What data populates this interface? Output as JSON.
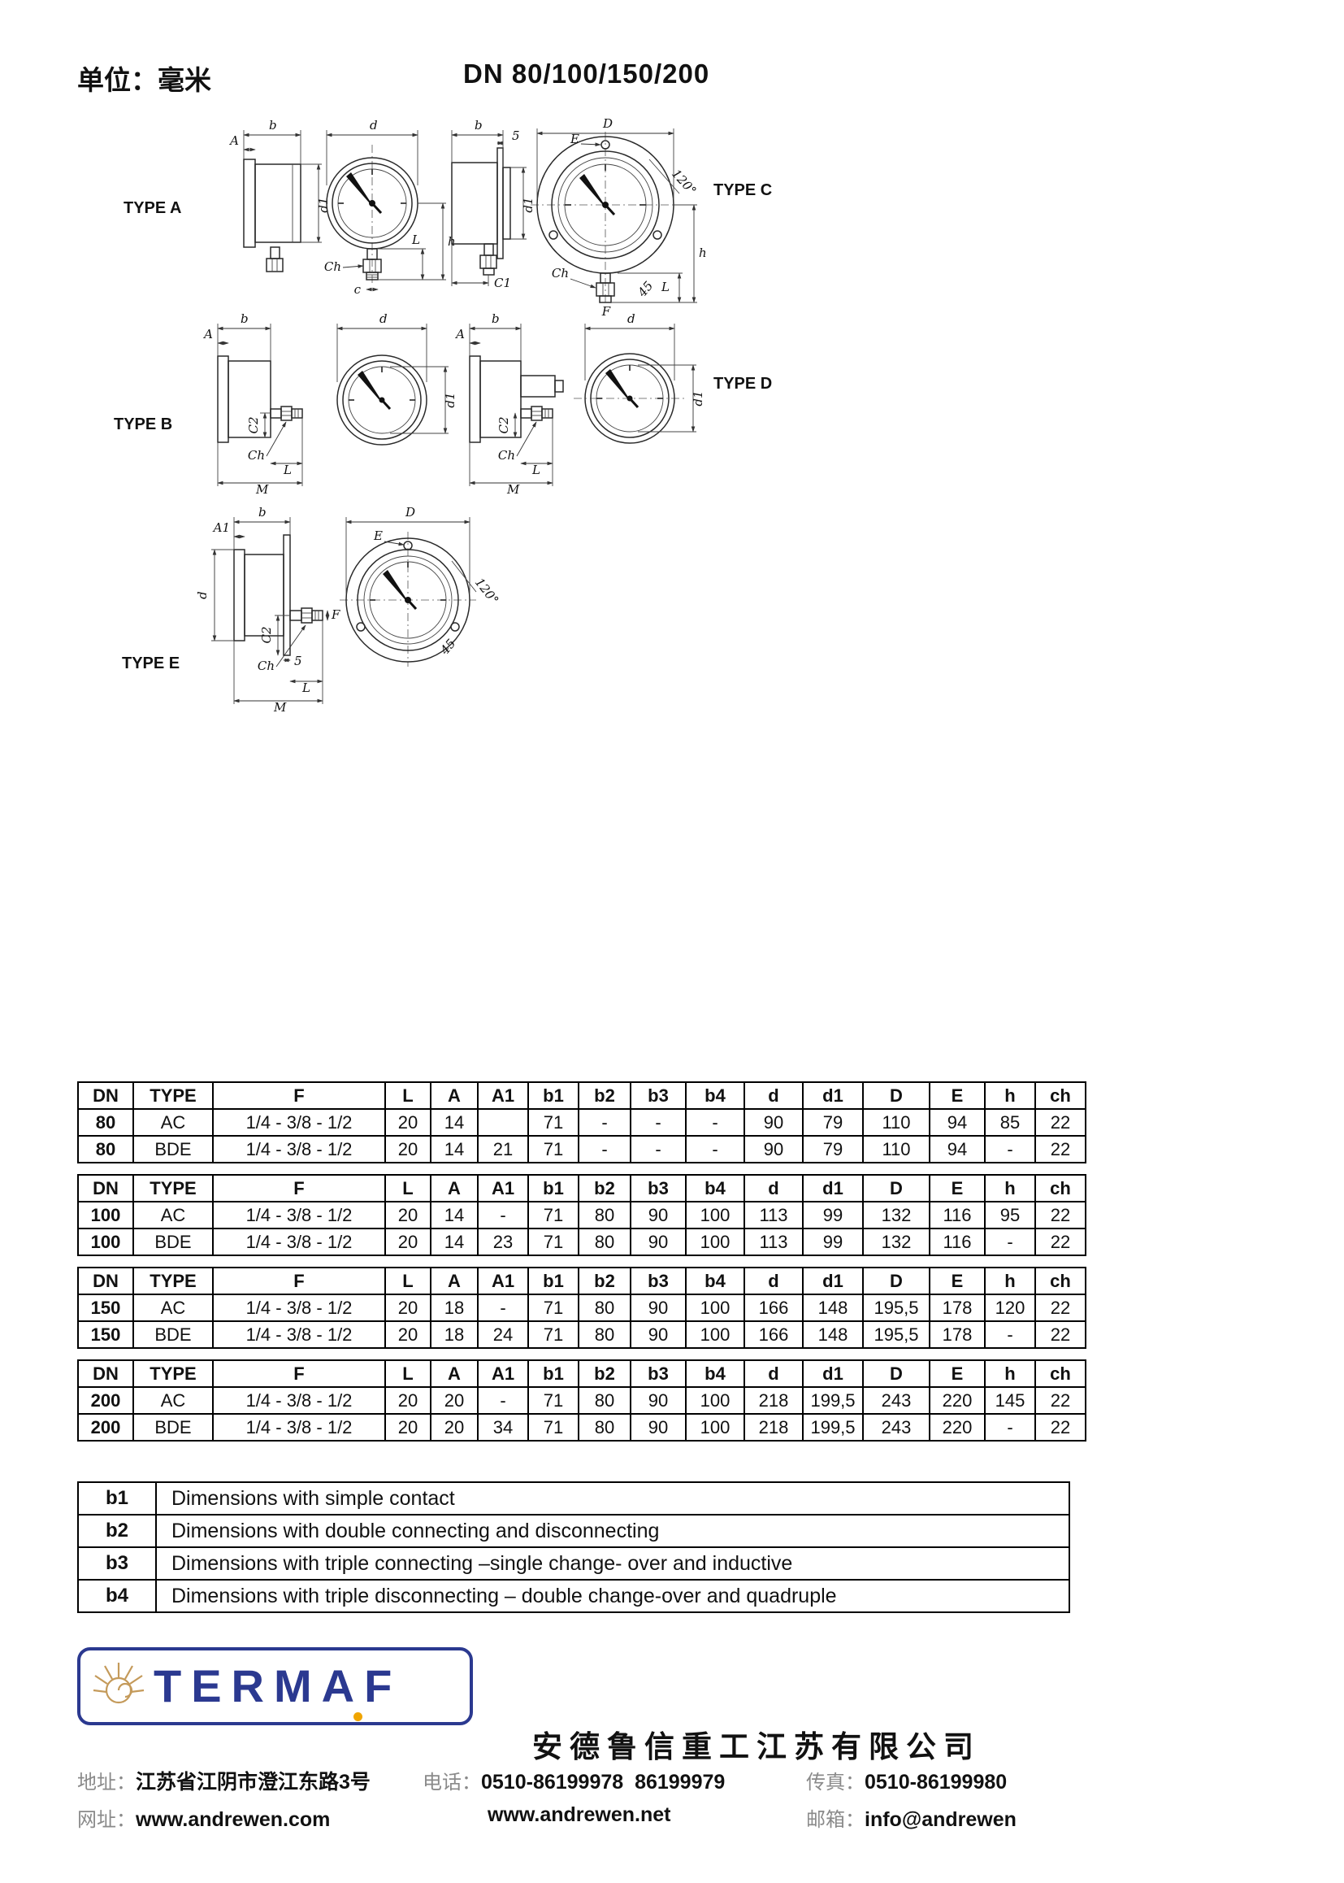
{
  "header": {
    "unit_label": "单位：毫米",
    "title": "DN 80/100/150/200"
  },
  "drawings": {
    "types": {
      "a": "TYPE A",
      "b": "TYPE B",
      "c": "TYPE C",
      "d": "TYPE D",
      "e": "TYPE E"
    },
    "dims": {
      "b": "b",
      "A": "A",
      "A1": "A1",
      "d": "d",
      "d1": "d1",
      "h": "h",
      "L": "L",
      "M": "M",
      "Ch": "Ch",
      "c": "c",
      "C1": "C1",
      "C2": "C2",
      "F": "F",
      "D": "D",
      "E": "E",
      "five": "5",
      "deg120": "120°",
      "deg45": "45"
    }
  },
  "tables": {
    "headers": [
      "DN",
      "TYPE",
      "F",
      "L",
      "A",
      "A1",
      "b1",
      "b2",
      "b3",
      "b4",
      "d",
      "d1",
      "D",
      "E",
      "h",
      "ch"
    ],
    "groups": [
      [
        [
          "80",
          "AC",
          "1/4 - 3/8 - 1/2",
          "20",
          "14",
          "",
          "71",
          "-",
          "-",
          "-",
          "90",
          "79",
          "110",
          "94",
          "85",
          "22"
        ],
        [
          "80",
          "BDE",
          "1/4 - 3/8 - 1/2",
          "20",
          "14",
          "21",
          "71",
          "-",
          "-",
          "-",
          "90",
          "79",
          "110",
          "94",
          "-",
          "22"
        ]
      ],
      [
        [
          "100",
          "AC",
          "1/4 - 3/8 - 1/2",
          "20",
          "14",
          "-",
          "71",
          "80",
          "90",
          "100",
          "113",
          "99",
          "132",
          "116",
          "95",
          "22"
        ],
        [
          "100",
          "BDE",
          "1/4 - 3/8 - 1/2",
          "20",
          "14",
          "23",
          "71",
          "80",
          "90",
          "100",
          "113",
          "99",
          "132",
          "116",
          "-",
          "22"
        ]
      ],
      [
        [
          "150",
          "AC",
          "1/4 - 3/8 - 1/2",
          "20",
          "18",
          "-",
          "71",
          "80",
          "90",
          "100",
          "166",
          "148",
          "195,5",
          "178",
          "120",
          "22"
        ],
        [
          "150",
          "BDE",
          "1/4 - 3/8 - 1/2",
          "20",
          "18",
          "24",
          "71",
          "80",
          "90",
          "100",
          "166",
          "148",
          "195,5",
          "178",
          "-",
          "22"
        ]
      ],
      [
        [
          "200",
          "AC",
          "1/4 - 3/8 - 1/2",
          "20",
          "20",
          "-",
          "71",
          "80",
          "90",
          "100",
          "218",
          "199,5",
          "243",
          "220",
          "145",
          "22"
        ],
        [
          "200",
          "BDE",
          "1/4 - 3/8 - 1/2",
          "20",
          "20",
          "34",
          "71",
          "80",
          "90",
          "100",
          "218",
          "199,5",
          "243",
          "220",
          "-",
          "22"
        ]
      ]
    ]
  },
  "legend": {
    "rows": [
      {
        "key": "b1",
        "desc": "Dimensions with simple contact"
      },
      {
        "key": "b2",
        "desc": "Dimensions with double connecting and disconnecting"
      },
      {
        "key": "b3",
        "desc": "Dimensions with triple connecting –single change- over and inductive"
      },
      {
        "key": "b4",
        "desc": "Dimensions with triple disconnecting – double change-over and quadruple"
      }
    ]
  },
  "footer": {
    "logo_text": "TERMAF",
    "company": "安德鲁信重工江苏有限公司",
    "address_label": "地址：",
    "address": "江苏省江阴市澄江东路3号",
    "phone_label": "电话：",
    "phone": "0510-86199978  86199979",
    "fax_label": "传真：",
    "fax": "0510-86199980",
    "web_label": "网址：",
    "web1": "www.andrewen.com",
    "web2": "www.andrewen.net",
    "email_label": "邮箱：",
    "email": "info@andrewen",
    "brand_color": "#2b3990",
    "accent_color": "#f0a500"
  }
}
